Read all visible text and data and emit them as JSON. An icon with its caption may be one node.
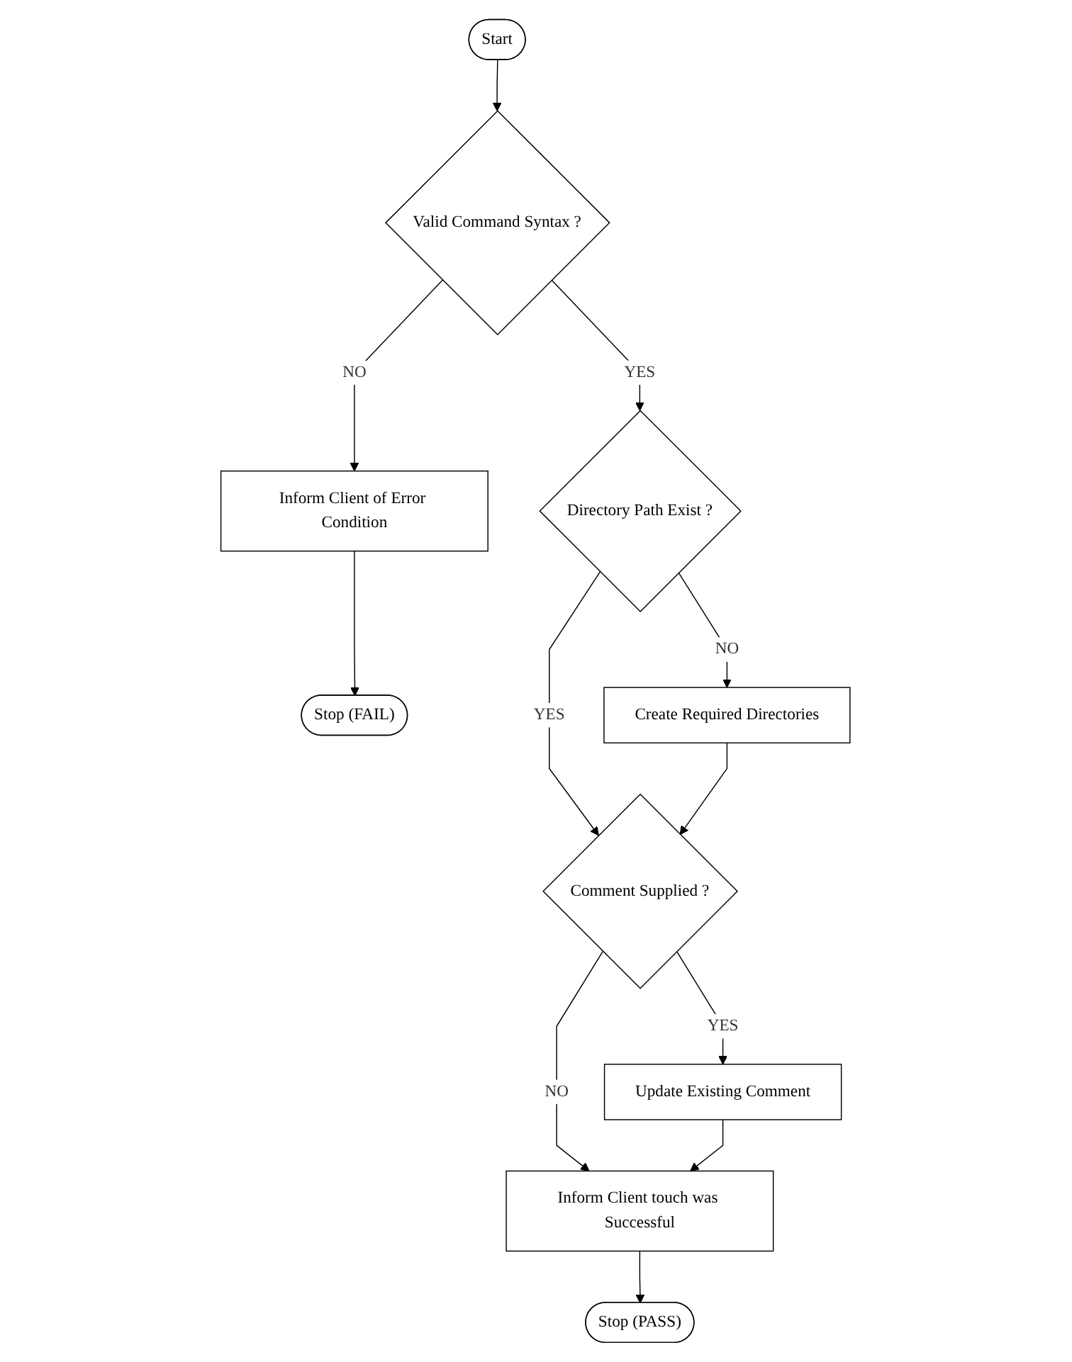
{
  "diagram": {
    "nodes": [
      {
        "text": [
          "Start"
        ]
      },
      {
        "text": [
          "Valid Command Syntax ?"
        ]
      },
      {
        "text": [
          "Inform Client of Error Condition"
        ]
      },
      {
        "text": [
          "Stop (FAIL)"
        ]
      },
      {
        "text": [
          "Directory Path Exist ?"
        ]
      },
      {
        "text": [
          "Create Required Directories"
        ]
      },
      {
        "text": [
          "Comment Supplied ?"
        ]
      },
      {
        "text": [
          "Update Existing Comment"
        ]
      },
      {
        "text": [
          "Inform Client touch was Successful"
        ]
      },
      {
        "text": [
          "Stop (PASS)"
        ]
      }
    ],
    "edges": [
      {
        "from": 0,
        "to": 1,
        "arrow": "to"
      },
      {
        "from": 1,
        "to": 2,
        "arrow": "to",
        "label": "NO"
      },
      {
        "from": 2,
        "to": 3,
        "arrow": "to"
      },
      {
        "from": 1,
        "to": 4,
        "arrow": "to",
        "label": "YES"
      },
      {
        "from": 4,
        "to": 5,
        "arrow": "to",
        "label": "NO"
      },
      {
        "from": 4,
        "to": 6,
        "arrow": "to",
        "label": "YES"
      },
      {
        "from": 5,
        "to": 6,
        "arrow": "to"
      },
      {
        "from": 6,
        "to": 7,
        "arrow": "to",
        "label": "YES"
      },
      {
        "from": 6,
        "to": 8,
        "arrow": "to",
        "label": "NO"
      },
      {
        "from": 7,
        "to": 8,
        "arrow": "to"
      },
      {
        "from": 8,
        "to": 9,
        "arrow": "to"
      }
    ]
  }
}
